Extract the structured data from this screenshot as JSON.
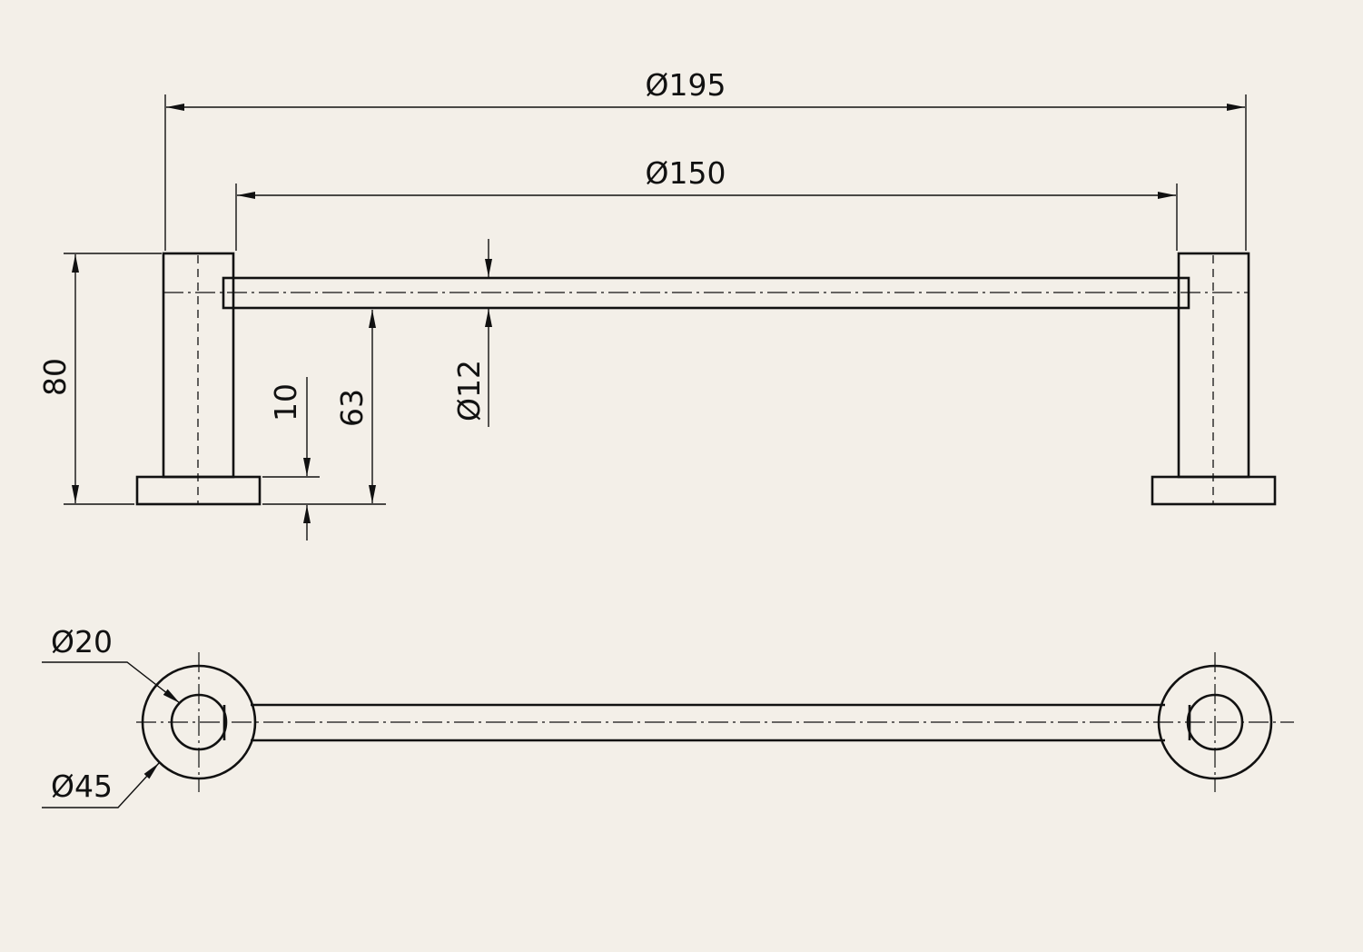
{
  "colors": {
    "background": "#f3efe8",
    "line": "#111111"
  },
  "dimensions": {
    "overall_width": "Ø195",
    "bar_length": "Ø150",
    "total_height": "80",
    "base_thickness": "10",
    "bar_height": "63",
    "bar_diameter": "Ø12",
    "inner_diameter": "Ø20",
    "base_diameter": "Ø45"
  }
}
